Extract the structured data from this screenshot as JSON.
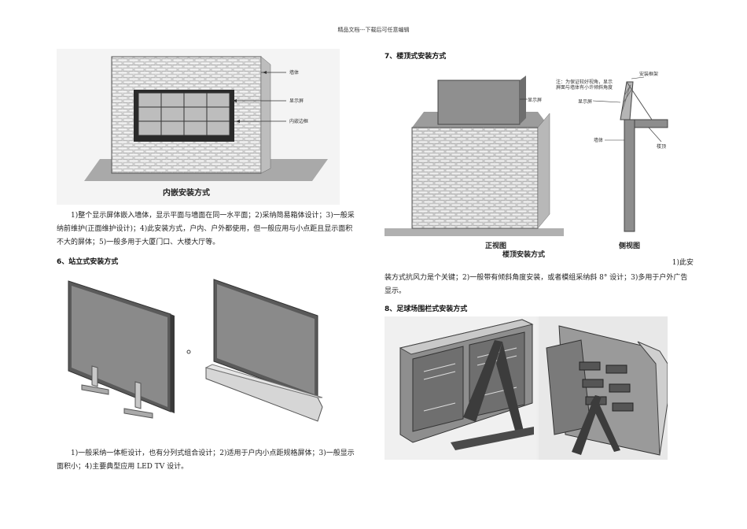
{
  "page": {
    "header": "精品文档---下载后可任意编辑"
  },
  "fig1": {
    "caption": "内嵌安装方式",
    "label_wall": "墙体",
    "label_screen": "显示屏",
    "label_frame": "内嵌边框"
  },
  "para1": "1)整个显示屏体嵌入墙体，显示平面与墙面在同一水平面；2)采纳简易箱体设计；3)一般采纳前维护(正面维护设计)；4)此安装方式，户内、户外都使用，但一般应用与小点距且显示面积不大的屏体；5)一般多用于大厦门口、大楼大厅等。",
  "section6": "6、站立式安装方式",
  "fig2": {
    "mark": "o"
  },
  "para2": "1)一般采纳一体柜设计，也有分列式组合设计；2)适用于户内小点距规格屏体；3)一般显示面积小；4)主要典型应用 LED TV 设计。",
  "section7": "7、楼顶式安装方式",
  "fig3": {
    "label_screen": "显示屏",
    "label_note": "注：为保证较好视角，显示屏面与墙体有小许倾斜角度",
    "label_screen2": "显示屏",
    "label_frame": "安装框架",
    "label_wall": "墙体",
    "label_roof": "楼顶",
    "caption_front": "正视图",
    "caption_side": "侧视图",
    "caption": "楼顶安装方式"
  },
  "para3_first": "1)此安",
  "para3_rest": "装方式抗风力是个关键；2)一般带有倾斜角度安装，或者模组采纳斜 8° 设计；3)多用于户外广告显示。",
  "section8": "8、足球场围栏式安装方式"
}
